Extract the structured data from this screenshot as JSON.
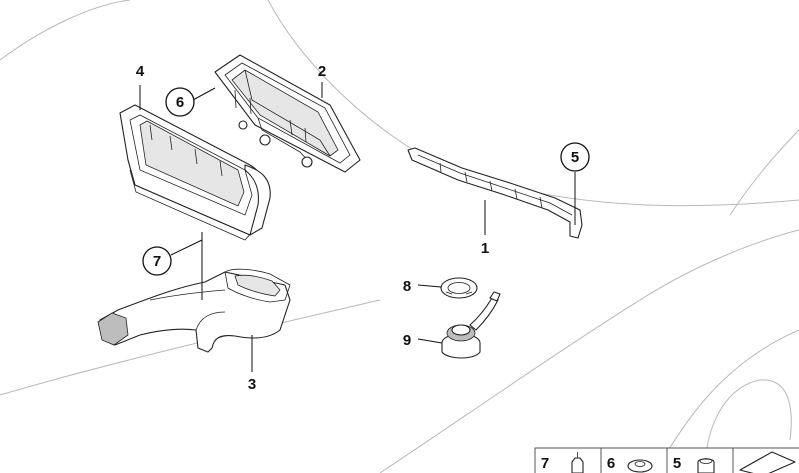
{
  "callouts": {
    "c1": "1",
    "c2": "2",
    "c3": "3",
    "c4": "4",
    "c5": "5",
    "c6": "6",
    "c7": "7",
    "c8": "8",
    "c9": "9"
  },
  "legend_strip": {
    "items": [
      "7",
      "6",
      "5"
    ]
  }
}
